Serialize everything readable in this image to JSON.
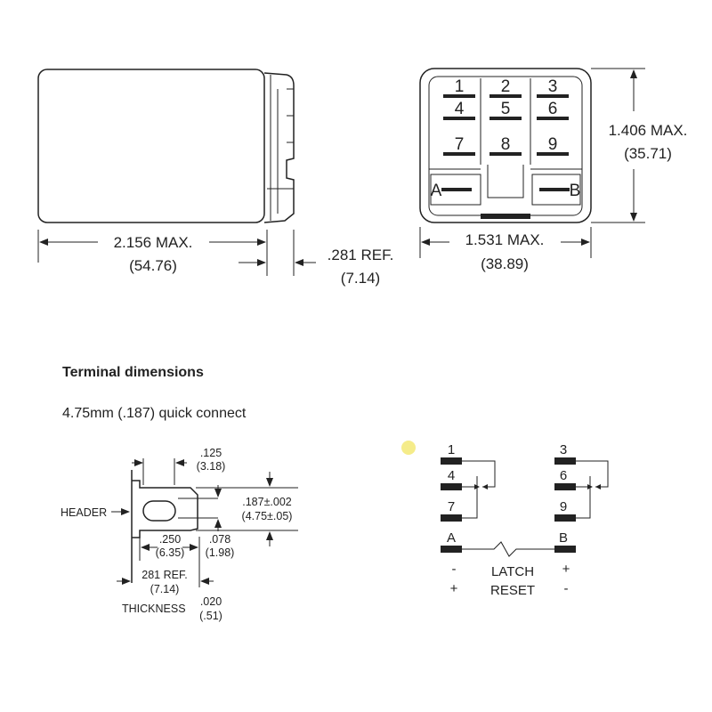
{
  "side_view": {
    "length": "2.156 MAX.",
    "length_mm": "(54.76)",
    "ref": ".281 REF.",
    "ref_mm": "(7.14)"
  },
  "front_view": {
    "pins": [
      "1",
      "2",
      "3",
      "4",
      "5",
      "6",
      "7",
      "8",
      "9"
    ],
    "pin_a": "A",
    "pin_b": "B",
    "height": "1.406 MAX.",
    "height_mm": "(35.71)",
    "width": "1.531 MAX.",
    "width_mm": "(38.89)"
  },
  "terminal": {
    "title": "Terminal dimensions",
    "subtitle": "4.75mm (.187) quick connect",
    "dim_125": ".125",
    "dim_125_mm": "(3.18)",
    "header": "HEADER",
    "dim_187": ".187±.002",
    "dim_187_mm": "(4.75±.05)",
    "dim_250": ".250",
    "dim_250_mm": "(6.35)",
    "dim_078": ".078",
    "dim_078_mm": "(1.98)",
    "ref": "281 REF.",
    "ref_mm": "(7.14)",
    "thickness": "THICKNESS",
    "dim_020": ".020",
    "dim_020_mm": "(.51)"
  },
  "schematic": {
    "pins_left": [
      "1",
      "4",
      "7",
      "A"
    ],
    "pins_right": [
      "3",
      "6",
      "9",
      "B"
    ],
    "latch": "LATCH",
    "reset": "RESET",
    "a_latch": "-",
    "a_reset": "+",
    "b_latch": "+",
    "b_reset": "-"
  }
}
